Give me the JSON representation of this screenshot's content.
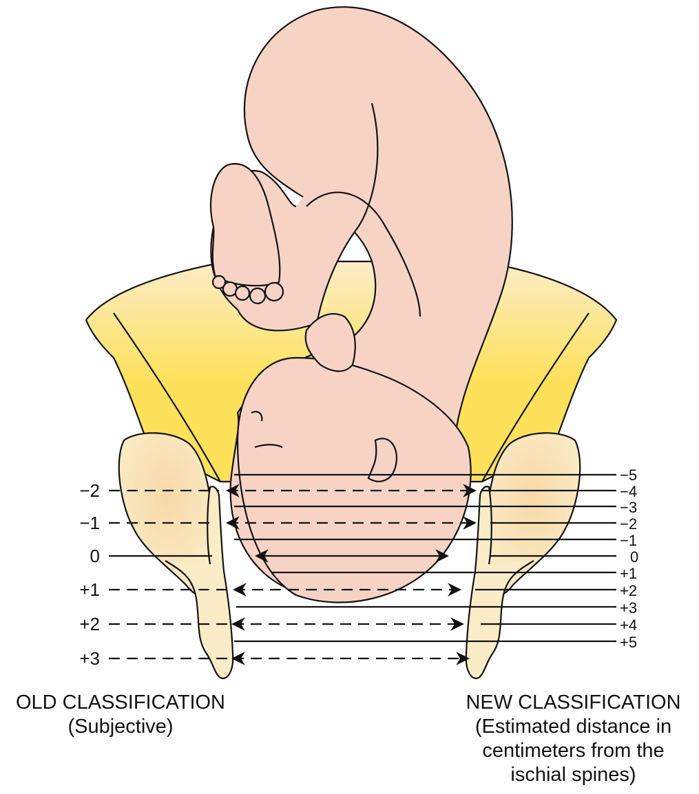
{
  "old_classification": {
    "title": "OLD CLASSIFICATION",
    "subtitle": "(Subjective)",
    "stations": [
      "−2",
      "−1",
      "0",
      "+1",
      "+2",
      "+3"
    ]
  },
  "new_classification": {
    "title": "NEW CLASSIFICATION",
    "subtitle_lines": [
      "(Estimated distance in",
      "centimeters from the",
      "ischial spines)"
    ],
    "stations": [
      "−5",
      "−4",
      "−3",
      "−2",
      "−1",
      "0",
      "+1",
      "+2",
      "+3",
      "+4",
      "+5"
    ]
  },
  "colors": {
    "skin": "#f7d3c6",
    "bone": "#fbecc8",
    "pelvis_gradient": "#fde15a",
    "outline": "#111111"
  }
}
